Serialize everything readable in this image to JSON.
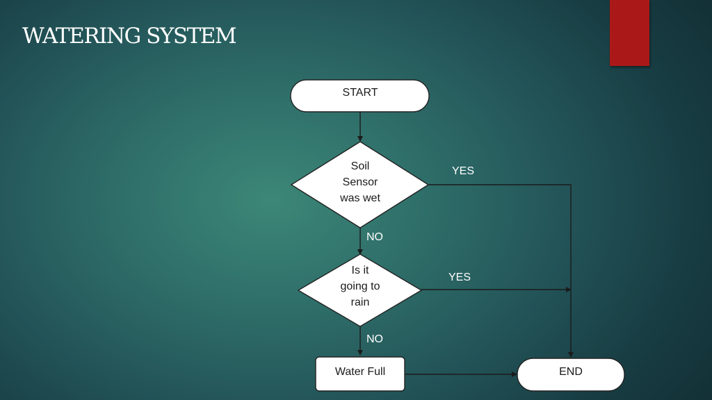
{
  "slide": {
    "title": "WATERING SYSTEM"
  },
  "colors": {
    "accent": "#aa1918",
    "node_fill": "#ffffff",
    "node_stroke": "#222222",
    "connector": "#1b1b1b",
    "title_text": "#ffffff"
  },
  "flowchart": {
    "nodes": {
      "start": {
        "label": "START",
        "shape": "terminator"
      },
      "soil_sensor": {
        "label_lines": [
          "Soil",
          "Sensor",
          "was wet"
        ],
        "shape": "decision"
      },
      "rain_check": {
        "label_lines": [
          "Is it",
          "going to",
          "rain"
        ],
        "shape": "decision"
      },
      "water_full": {
        "label": "Water Full",
        "shape": "process"
      },
      "end": {
        "label": "END",
        "shape": "terminator"
      }
    },
    "edges": {
      "soil_yes": "YES",
      "soil_no": "NO",
      "rain_yes": "YES",
      "rain_no": "NO"
    }
  }
}
